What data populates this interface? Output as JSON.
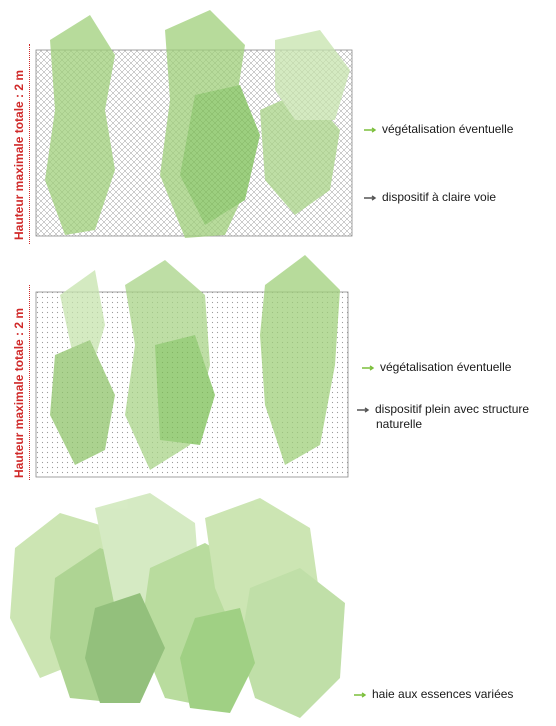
{
  "colors": {
    "green_light": "#b9dc96",
    "green_mid": "#8fc46a",
    "green_dark": "#6aa84a",
    "accent": "#d02a2a",
    "arrow_green": "#7cbf3c",
    "arrow_gray": "#555555",
    "mesh": "#9a9a9a"
  },
  "sections": [
    {
      "id": "claire-voie",
      "height_label": "Hauteur maximale totale : 2 m",
      "labels": [
        {
          "text": "végétalisation éventuelle",
          "arrow": "green-arrow-icon"
        },
        {
          "text": "dispositif à claire voie",
          "arrow": "gray-arrow-icon"
        }
      ]
    },
    {
      "id": "plein",
      "height_label": "Hauteur maximale totale : 2 m",
      "labels": [
        {
          "text": "végétalisation éventuelle",
          "arrow": "green-arrow-icon"
        },
        {
          "text": "dispositif plein avec structure",
          "text2": "naturelle",
          "arrow": "gray-arrow-icon"
        }
      ]
    },
    {
      "id": "haie",
      "labels": [
        {
          "text": "haie aux essences variées",
          "arrow": "green-arrow-icon"
        }
      ]
    }
  ]
}
